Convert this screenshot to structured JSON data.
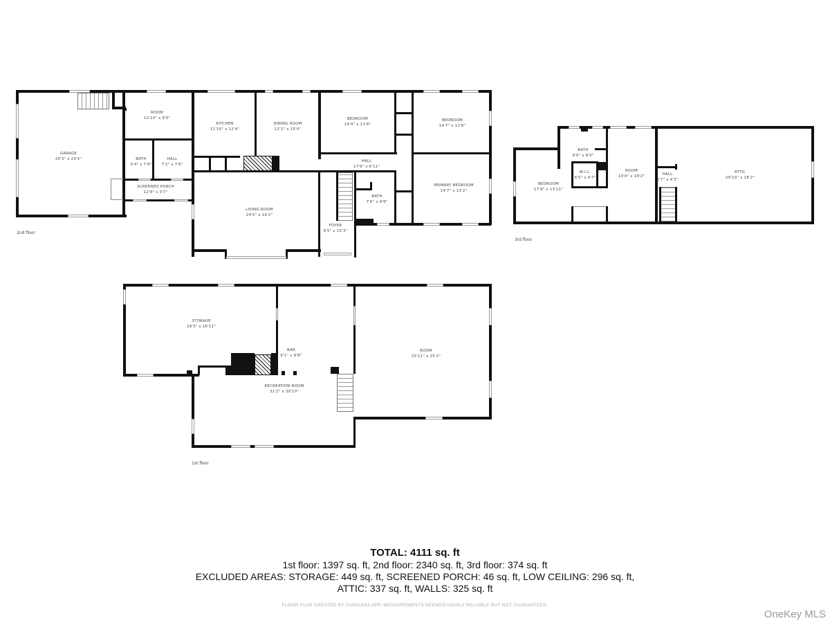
{
  "floors": {
    "second": {
      "label": "2nd floor",
      "rooms": [
        {
          "name": "GARAGE",
          "dim": "20'3\" x 23'5\""
        },
        {
          "name": "ROOM",
          "dim": "12'10\" x 9'0\""
        },
        {
          "name": "BATH",
          "dim": "5'4\" x 7'6\""
        },
        {
          "name": "HALL",
          "dim": "7'2\" x 7'6\""
        },
        {
          "name": "SCREENED PORCH",
          "dim": "12'8\" x 3'7\""
        },
        {
          "name": "KITCHEN",
          "dim": "11'10\" x 12'4\""
        },
        {
          "name": "DINING ROOM",
          "dim": "12'2\" x 15'4\""
        },
        {
          "name": "LIVING ROOM",
          "dim": "24'5\" x 16'2\""
        },
        {
          "name": "BEDROOM",
          "dim": "14'4\" x 11'8\""
        },
        {
          "name": "BEDROOM",
          "dim": "14'7\" x 11'8\""
        },
        {
          "name": "HALL",
          "dim": "17'9\" x 6'11\""
        },
        {
          "name": "BATH",
          "dim": "7'6\" x 9'6\""
        },
        {
          "name": "PRIMARY BEDROOM",
          "dim": "14'7\" x 13'2\""
        },
        {
          "name": "FOYER",
          "dim": "6'5\" x 15'3\""
        }
      ]
    },
    "third": {
      "label": "3rd floor",
      "rooms": [
        {
          "name": "BATH",
          "dim": "9'0\" x 8'0\""
        },
        {
          "name": "W.I.C.",
          "dim": "6'5\" x 4'7\""
        },
        {
          "name": "BEDROOM",
          "dim": "17'9\" x 13'11\""
        },
        {
          "name": "ROOM",
          "dim": "10'0\" x 18'2\""
        },
        {
          "name": "HALL",
          "dim": "3'7\" x 4'3\""
        },
        {
          "name": "ATTIC",
          "dim": "29'10\" x 18'2\""
        }
      ]
    },
    "first": {
      "label": "1st floor",
      "rooms": [
        {
          "name": "STORAGE",
          "dim": "29'3\" x 16'11\""
        },
        {
          "name": "BAR",
          "dim": "6'1\" x 9'8\""
        },
        {
          "name": "RECREATION ROOM",
          "dim": "31'2\" x 30'10\""
        },
        {
          "name": "ROOM",
          "dim": "25'11\" x 25'2\""
        }
      ]
    }
  },
  "summary": {
    "total": "TOTAL: 4111 sq. ft",
    "floors_line": "1st floor: 1397 sq. ft, 2nd floor: 2340 sq. ft, 3rd floor: 374 sq. ft",
    "excluded_line1": "EXCLUDED AREAS: STORAGE: 449 sq. ft, SCREENED PORCH: 46 sq. ft, LOW CEILING: 296 sq. ft,",
    "excluded_line2": "ATTIC: 337 sq. ft, WALLS: 325 sq. ft",
    "disclaimer": "FLOOR PLAN CREATED BY CUBICASA APP. MEASUREMENTS DEEMED HIGHLY RELIABLE BUT NOT GUARANTEED."
  },
  "watermark": "OneKey MLS"
}
